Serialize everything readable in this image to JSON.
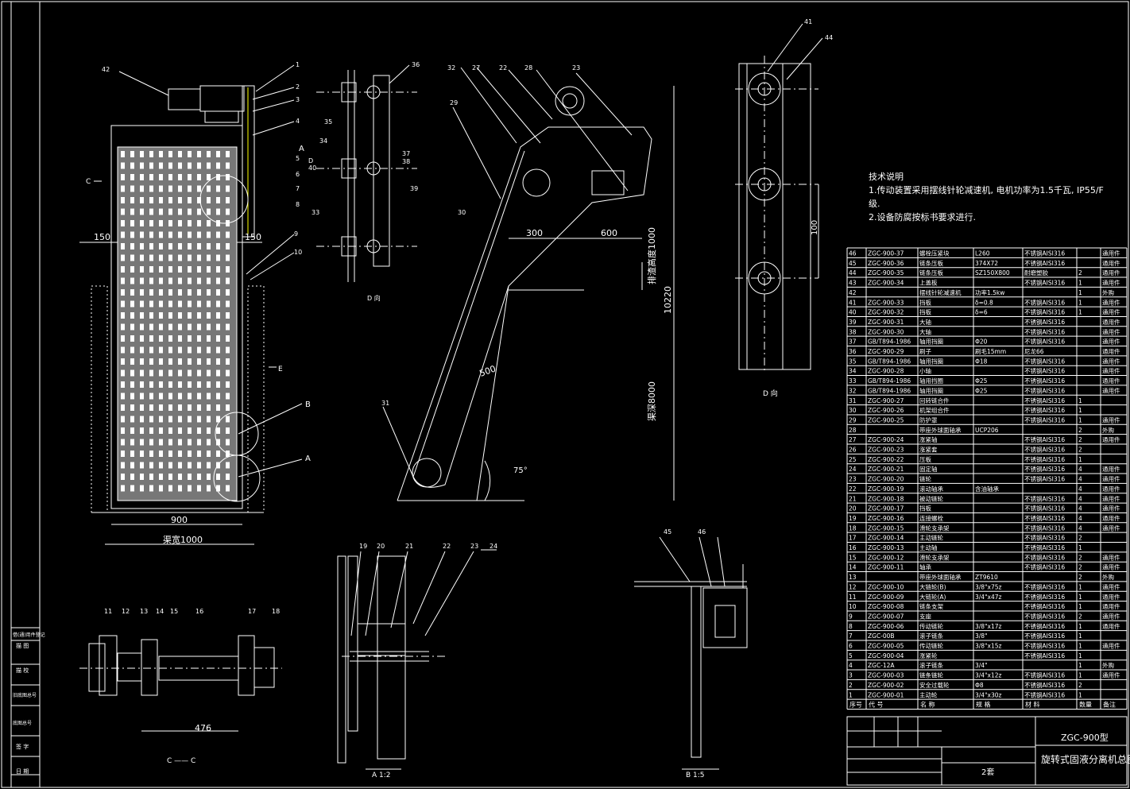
{
  "tech_notes": {
    "heading": "技术说明",
    "lines": [
      "1.传动装置采用摆线针轮减速机, 电机功率为1.5千瓦, IP55/F",
      "级.",
      "2.设备防腐按标书要求进行."
    ]
  },
  "bom": {
    "headers": [
      "序号",
      "代  号",
      "名  称",
      "规  格",
      "材  料",
      "数量",
      "备注"
    ],
    "rows": [
      [
        "46",
        "ZGC-900-37",
        "螺栓压紧块",
        "L260",
        "不锈钢AISI316",
        "",
        "通用件"
      ],
      [
        "45",
        "ZGC-900-36",
        "链条压板",
        "374X72",
        "不锈钢AISI316",
        "",
        "通用件"
      ],
      [
        "44",
        "ZGC-900-35",
        "链条压板",
        "SZ150X800",
        "耐磨塑胶",
        "2",
        "通用件"
      ],
      [
        "43",
        "ZGC-900-34",
        "上盖板",
        "",
        "不锈钢AISI316",
        "1",
        "通用件"
      ],
      [
        "42",
        "",
        "摆线针轮减速机",
        "功率1.5kw",
        "",
        "1",
        "外购"
      ],
      [
        "41",
        "ZGC-900-33",
        "挡板",
        "δ=0.8",
        "不锈钢AISI316",
        "1",
        "通用件"
      ],
      [
        "40",
        "ZGC-900-32",
        "挡板",
        "δ=6",
        "不锈钢AISI316",
        "1",
        "通用件"
      ],
      [
        "39",
        "ZGC-900-31",
        "大轴",
        "",
        "不锈钢AISI316",
        "",
        "通用件"
      ],
      [
        "38",
        "ZGC-900-30",
        "大轴",
        "",
        "不锈钢AISI316",
        "",
        "通用件"
      ],
      [
        "37",
        "GB/T894-1986",
        "轴用挡圈",
        "Φ20",
        "不锈钢AISI316",
        "",
        "通用件"
      ],
      [
        "36",
        "ZGC-900-29",
        "刷子",
        "刷毛15mm",
        "尼龙66",
        "",
        "通用件"
      ],
      [
        "35",
        "GB/T894-1986",
        "轴用挡圈",
        "Φ18",
        "不锈钢AISI316",
        "",
        "通用件"
      ],
      [
        "34",
        "ZGC-900-28",
        "小轴",
        "",
        "不锈钢AISI316",
        "",
        "通用件"
      ],
      [
        "33",
        "GB/T894-1986",
        "轴用挡圈",
        "Φ25",
        "不锈钢AISI316",
        "",
        "通用件"
      ],
      [
        "32",
        "GB/T894-1986",
        "轴用挡圈",
        "Φ25",
        "不锈钢AISI316",
        "",
        "通用件"
      ],
      [
        "31",
        "ZGC-900-27",
        "回转链合件",
        "",
        "不锈钢AISI316",
        "1",
        ""
      ],
      [
        "30",
        "ZGC-900-26",
        "机架组合件",
        "",
        "不锈钢AISI316",
        "1",
        ""
      ],
      [
        "29",
        "ZGC-900-25",
        "防护罩",
        "",
        "不锈钢AISI316",
        "1",
        "通用件"
      ],
      [
        "28",
        "",
        "带座外球面轴承",
        "UCP206",
        "",
        "2",
        "外购"
      ],
      [
        "27",
        "ZGC-900-24",
        "涨紧轴",
        "",
        "不锈钢AISI316",
        "2",
        "通用件"
      ],
      [
        "26",
        "ZGC-900-23",
        "涨紧套",
        "",
        "不锈钢AISI316",
        "2",
        ""
      ],
      [
        "25",
        "ZGC-900-22",
        "压板",
        "",
        "不锈钢AISI316",
        "1",
        ""
      ],
      [
        "24",
        "ZGC-900-21",
        "固定轴",
        "",
        "不锈钢AISI316",
        "4",
        "通用件"
      ],
      [
        "23",
        "ZGC-900-20",
        "链轮",
        "",
        "不锈钢AISI316",
        "4",
        "通用件"
      ],
      [
        "22",
        "ZGC-900-19",
        "滚动轴承",
        "含油轴承",
        "",
        "4",
        "通用件"
      ],
      [
        "21",
        "ZGC-900-18",
        "被动链轮",
        "",
        "不锈钢AISI316",
        "4",
        "通用件"
      ],
      [
        "20",
        "ZGC-900-17",
        "挡板",
        "",
        "不锈钢AISI316",
        "4",
        "通用件"
      ],
      [
        "19",
        "ZGC-900-16",
        "连接螺栓",
        "",
        "不锈钢AISI316",
        "4",
        "通用件"
      ],
      [
        "18",
        "ZGC-900-15",
        "滑轮支承架",
        "",
        "不锈钢AISI316",
        "4",
        "通用件"
      ],
      [
        "17",
        "ZGC-900-14",
        "主动链轮",
        "",
        "不锈钢AISI316",
        "2",
        ""
      ],
      [
        "16",
        "ZGC-900-13",
        "主动轴",
        "",
        "不锈钢AISI316",
        "1",
        ""
      ],
      [
        "15",
        "ZGC-900-12",
        "滑轮支承架",
        "",
        "不锈钢AISI316",
        "2",
        "通用件"
      ],
      [
        "14",
        "ZGC-900-11",
        "轴承",
        "",
        "不锈钢AISI316",
        "2",
        "通用件"
      ],
      [
        "13",
        "",
        "带座外球面轴承",
        "ZT9610",
        "",
        "2",
        "外购"
      ],
      [
        "12",
        "ZGC-900-10",
        "大链轮(B)",
        "3/8\"x75z",
        "不锈钢AISI316",
        "1",
        "通用件"
      ],
      [
        "11",
        "ZGC-900-09",
        "大链轮(A)",
        "3/4\"x47z",
        "不锈钢AISI316",
        "1",
        "通用件"
      ],
      [
        "10",
        "ZGC-900-08",
        "链条支架",
        "",
        "不锈钢AISI316",
        "1",
        "通用件"
      ],
      [
        "9",
        "ZGC-900-07",
        "支座",
        "",
        "不锈钢AISI316",
        "2",
        "通用件"
      ],
      [
        "8",
        "ZGC-900-06",
        "传动链轮",
        "3/8\"x17z",
        "不锈钢AISI316",
        "1",
        "通用件"
      ],
      [
        "7",
        "ZGC-00B",
        "滚子链条",
        "3/8\"",
        "不锈钢AISI316",
        "1",
        ""
      ],
      [
        "6",
        "ZGC-900-05",
        "传动链轮",
        "3/8\"x15z",
        "不锈钢AISI316",
        "1",
        "通用件"
      ],
      [
        "5",
        "ZGC-900-04",
        "涨紧轮",
        "",
        "不锈钢AISI316",
        "1",
        ""
      ],
      [
        "4",
        "ZGC-12A",
        "滚子链条",
        "3/4\"",
        "",
        "1",
        "外购"
      ],
      [
        "3",
        "ZGC-900-03",
        "链条链轮",
        "3/4\"x12z",
        "不锈钢AISI316",
        "1",
        "通用件"
      ],
      [
        "2",
        "ZGC-900-02",
        "安全过载轮",
        "Φ8",
        "不锈钢AISI316",
        "2",
        ""
      ],
      [
        "1",
        "ZGC-900-01",
        "主动轮",
        "3/4\"x30z",
        "不锈钢AISI316",
        "1",
        ""
      ]
    ]
  },
  "title_block": {
    "model": "ZGC-900型",
    "name": "旋转式固液分离机总图",
    "sheet": "2套"
  },
  "left_margin_labels": [
    "借(通)用件登记",
    "描 图",
    "描 校",
    "旧底图总号",
    "底图总号",
    "签 字",
    "日 期"
  ],
  "view_labels": {
    "a_scale": "A     1:2",
    "b_scale": "B     1:5",
    "cc": "C —— C",
    "d_dir": "D 向",
    "section_d": "D"
  },
  "dimensions": {
    "d150_left": "150",
    "d150_right": "150",
    "d900": "900",
    "d1000": "渠宽1000",
    "d300": "300",
    "d600": "600",
    "d500": "500",
    "d1020": "10220",
    "d_drop": "排渣高度1000",
    "d_depth": "渠深8000",
    "d75": "75°",
    "d100": "100",
    "d476": "476"
  },
  "callouts": [
    "1",
    "2",
    "3",
    "4",
    "5",
    "6",
    "7",
    "8",
    "9",
    "10",
    "42",
    "A",
    "B",
    "A",
    "C",
    "E",
    "36",
    "35",
    "34",
    "37",
    "38",
    "39",
    "33",
    "32",
    "27",
    "22",
    "28",
    "23",
    "29",
    "30",
    "31",
    "11",
    "12",
    "13",
    "14",
    "15",
    "16",
    "17",
    "18",
    "19",
    "20",
    "21",
    "22",
    "23",
    "24",
    "40",
    "41",
    "44",
    "45",
    "46"
  ]
}
